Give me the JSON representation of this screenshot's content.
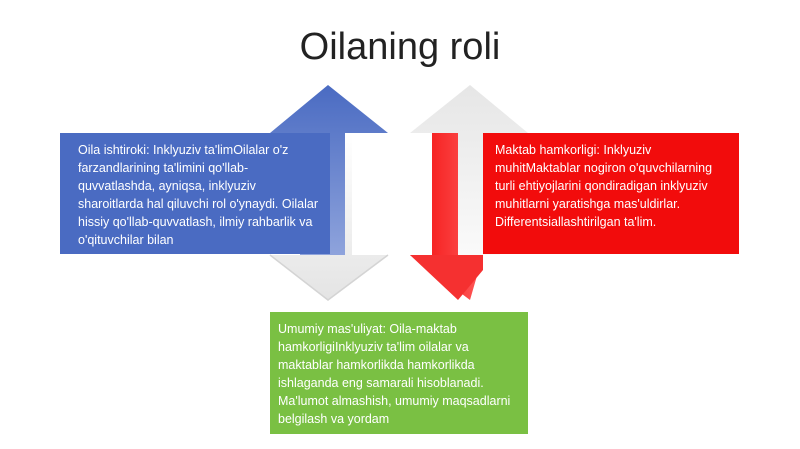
{
  "title": "Oilaning roli",
  "colors": {
    "blue": "#4a6bc2",
    "red": "#f20c0c",
    "green": "#7ac043",
    "arrow_light": "#f2f2f2"
  },
  "boxes": {
    "blue": "Oila ishtiroki: Inklyuziv ta'limOilalar o'z farzandlarining ta'limini qo'llab-quvvatlashda, ayniqsa, inklyuziv sharoitlarda hal qiluvchi rol o'ynaydi. Oilalar hissiy qo'llab-quvvatlash, ilmiy rahbarlik va o'qituvchilar bilan",
    "red": "Maktab hamkorligi: Inklyuziv muhitMaktablar nogiron o'quvchilarning turli ehtiyojlarini qondiradigan inklyuziv muhitlarni yaratishga mas'uldirlar. Differentsiallashtirilgan ta'lim.",
    "green": "Umumiy mas'uliyat: Oila-maktab hamkorligiInklyuziv ta'lim oilalar va maktablar hamkorlikda hamkorlikda ishlaganda eng samarali hisoblanadi. Ma'lumot almashish, umumiy maqsadlarni belgilash va yordam"
  }
}
